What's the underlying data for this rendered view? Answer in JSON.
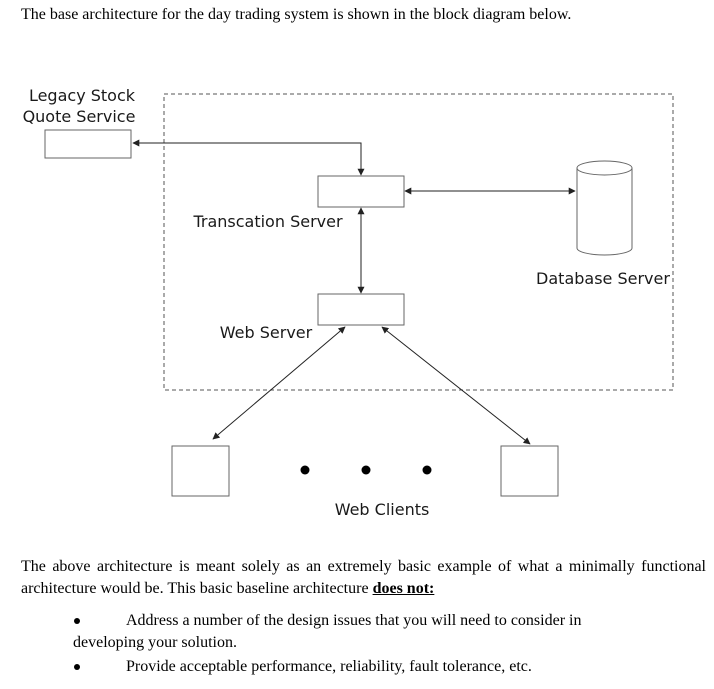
{
  "intro_text": "The base architecture for the day trading system is shown in the block diagram below.",
  "diagram": {
    "legacy_label_line1": "Legacy Stock",
    "legacy_label_line2": "Quote Service",
    "transaction_server_label": "Transcation Server",
    "database_server_label": "Database Server",
    "web_server_label": "Web Server",
    "web_clients_label": "Web Clients"
  },
  "paragraph": {
    "text": "The above architecture is meant solely as an extremely basic example of what a minimally functional architecture would be. This basic baseline architecture ",
    "emphasis": "does not:"
  },
  "bullets": [
    "Address a number of the design issues that you will need to consider in developing your solution.",
    "Provide acceptable performance, reliability, fault tolerance, etc."
  ],
  "colors": {
    "text": "#000000",
    "box_border": "#666666",
    "line": "#222222"
  }
}
